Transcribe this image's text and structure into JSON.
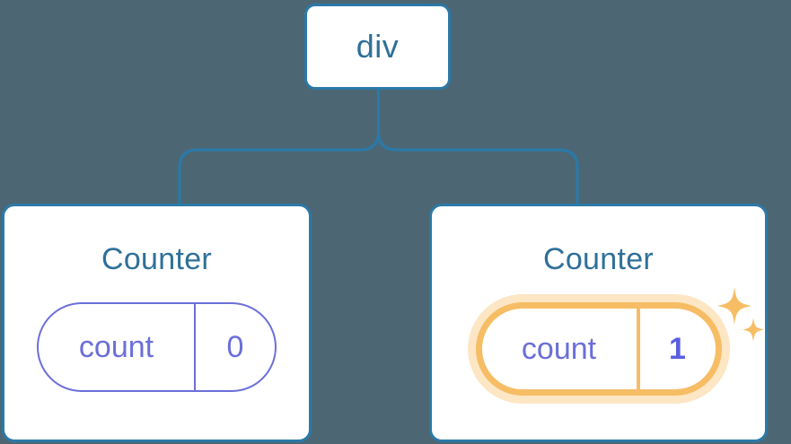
{
  "diagram": {
    "background_color": "#4c6773",
    "edge_color": "#2b79a8",
    "node_border_color": "#2b79a8",
    "node_text_color": "#2e7099",
    "state_color": "#6b6fd8",
    "highlight_color": "#f6bd65",
    "highlight_glow_color": "#fbdda6"
  },
  "root": {
    "label": "div"
  },
  "children": [
    {
      "title": "Counter",
      "state": {
        "key": "count",
        "value": "0"
      },
      "highlighted": false
    },
    {
      "title": "Counter",
      "state": {
        "key": "count",
        "value": "1"
      },
      "highlighted": true
    }
  ],
  "icons": {
    "sparkle_large": "sparkle-icon",
    "sparkle_small": "sparkle-icon"
  }
}
